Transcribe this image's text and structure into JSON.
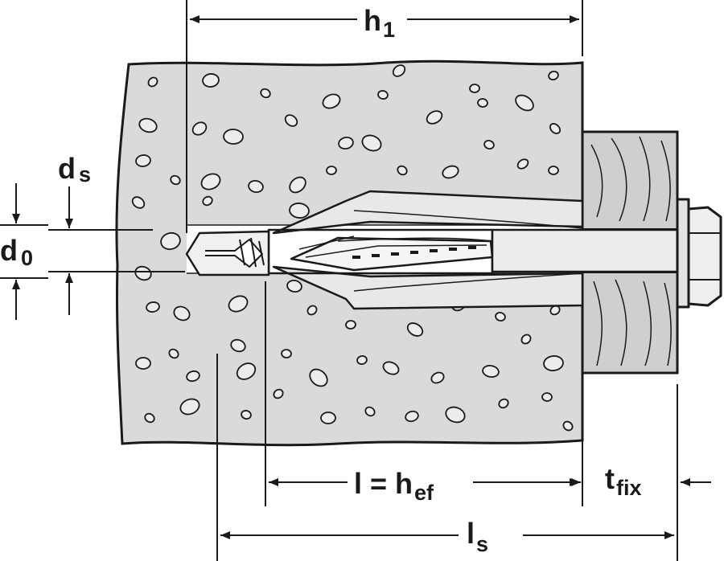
{
  "labels": {
    "h1": {
      "main": "h",
      "sub": "1"
    },
    "ds": {
      "main": "d",
      "sub": "s"
    },
    "d0": {
      "main": "d",
      "sub": "0"
    },
    "l": {
      "main": "l = h",
      "sub": "ef"
    },
    "tfix": {
      "main": "t",
      "sub": "fix"
    },
    "ls": {
      "main": "l",
      "sub": "s"
    }
  },
  "colors": {
    "line": "#1a1a1a",
    "concrete": "#dadada",
    "fixture": "#cfcfcf",
    "anchor": "#e8e8e8",
    "background": "#ffffff"
  }
}
